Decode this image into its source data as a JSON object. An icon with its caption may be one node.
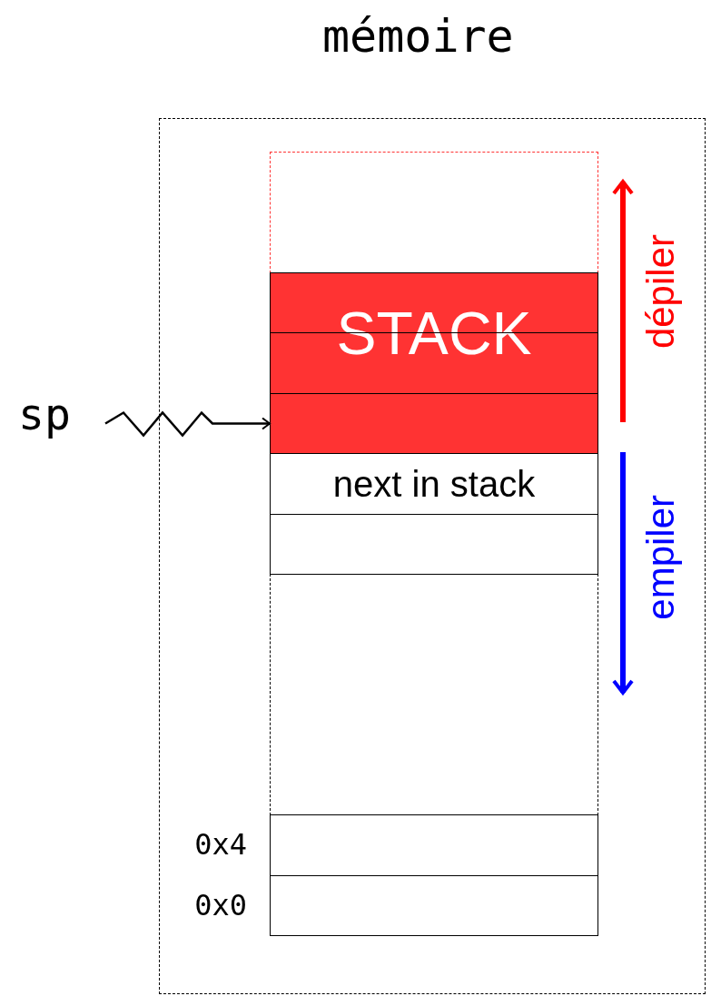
{
  "diagram": {
    "title": "mémoire",
    "nodes": [
      {
        "text": [],
        "shape": "box"
      },
      {
        "text": [],
        "shape": "box",
        "in": 0
      },
      {
        "text": [
          "STACK"
        ],
        "in": 0
      },
      {
        "text": [],
        "shape": "box",
        "in": 2
      },
      {
        "text": [
          "sp"
        ]
      },
      {
        "text": [
          "next in stack"
        ],
        "in": 0
      },
      {
        "text": [],
        "shape": "box",
        "in": 0
      },
      {
        "text": [],
        "shape": "box",
        "in": 0,
        "beside": [
          "0x4"
        ]
      },
      {
        "text": [],
        "shape": "box",
        "in": 0,
        "beside": [
          "0x0"
        ]
      }
    ],
    "edges": [
      {
        "from": 4,
        "to": 3,
        "arrow": "to"
      }
    ],
    "labels": [
      "dépiler",
      "empiler"
    ]
  }
}
